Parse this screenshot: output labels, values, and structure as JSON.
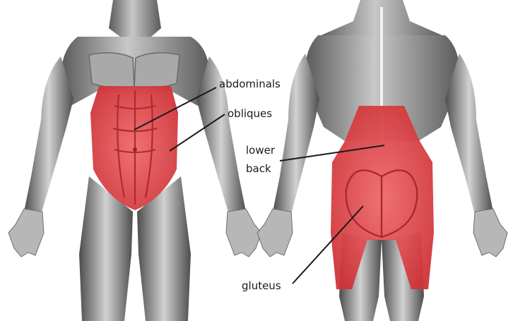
{
  "labels": {
    "abdominals": "abdominals",
    "obliques": "obliques",
    "lower_back_line1": "lower",
    "lower_back_line2": "back",
    "gluteus": "gluteus"
  },
  "colors": {
    "muscle_gray": "#8c8c8c",
    "muscle_dark": "#4a4a4a",
    "muscle_light": "#d9d9d9",
    "highlight_red": "#e0484c",
    "highlight_red_dark": "#c23237",
    "leader_line": "#1a1a1a"
  }
}
